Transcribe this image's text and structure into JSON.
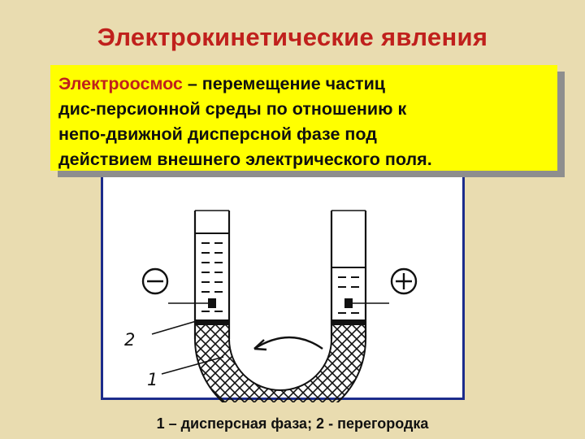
{
  "title": "Электрокинетические явления",
  "definition": {
    "term": "Электроосмос",
    "lines": [
      " – перемещение частиц",
      "дис-персионной среды по отношению к",
      "непо-движной дисперсной фазе под",
      "действием внешнего электрического поля."
    ]
  },
  "diagram": {
    "label_1": "1",
    "label_2": "2",
    "minus_electrode": "negative-electrode",
    "plus_electrode": "positive-electrode"
  },
  "caption": "1 – дисперсная фаза; 2 - перегородка",
  "colors": {
    "background": "#e9dcb0",
    "title": "#c0201c",
    "highlight": "#ffff00",
    "frame": "#1c2c8c"
  }
}
